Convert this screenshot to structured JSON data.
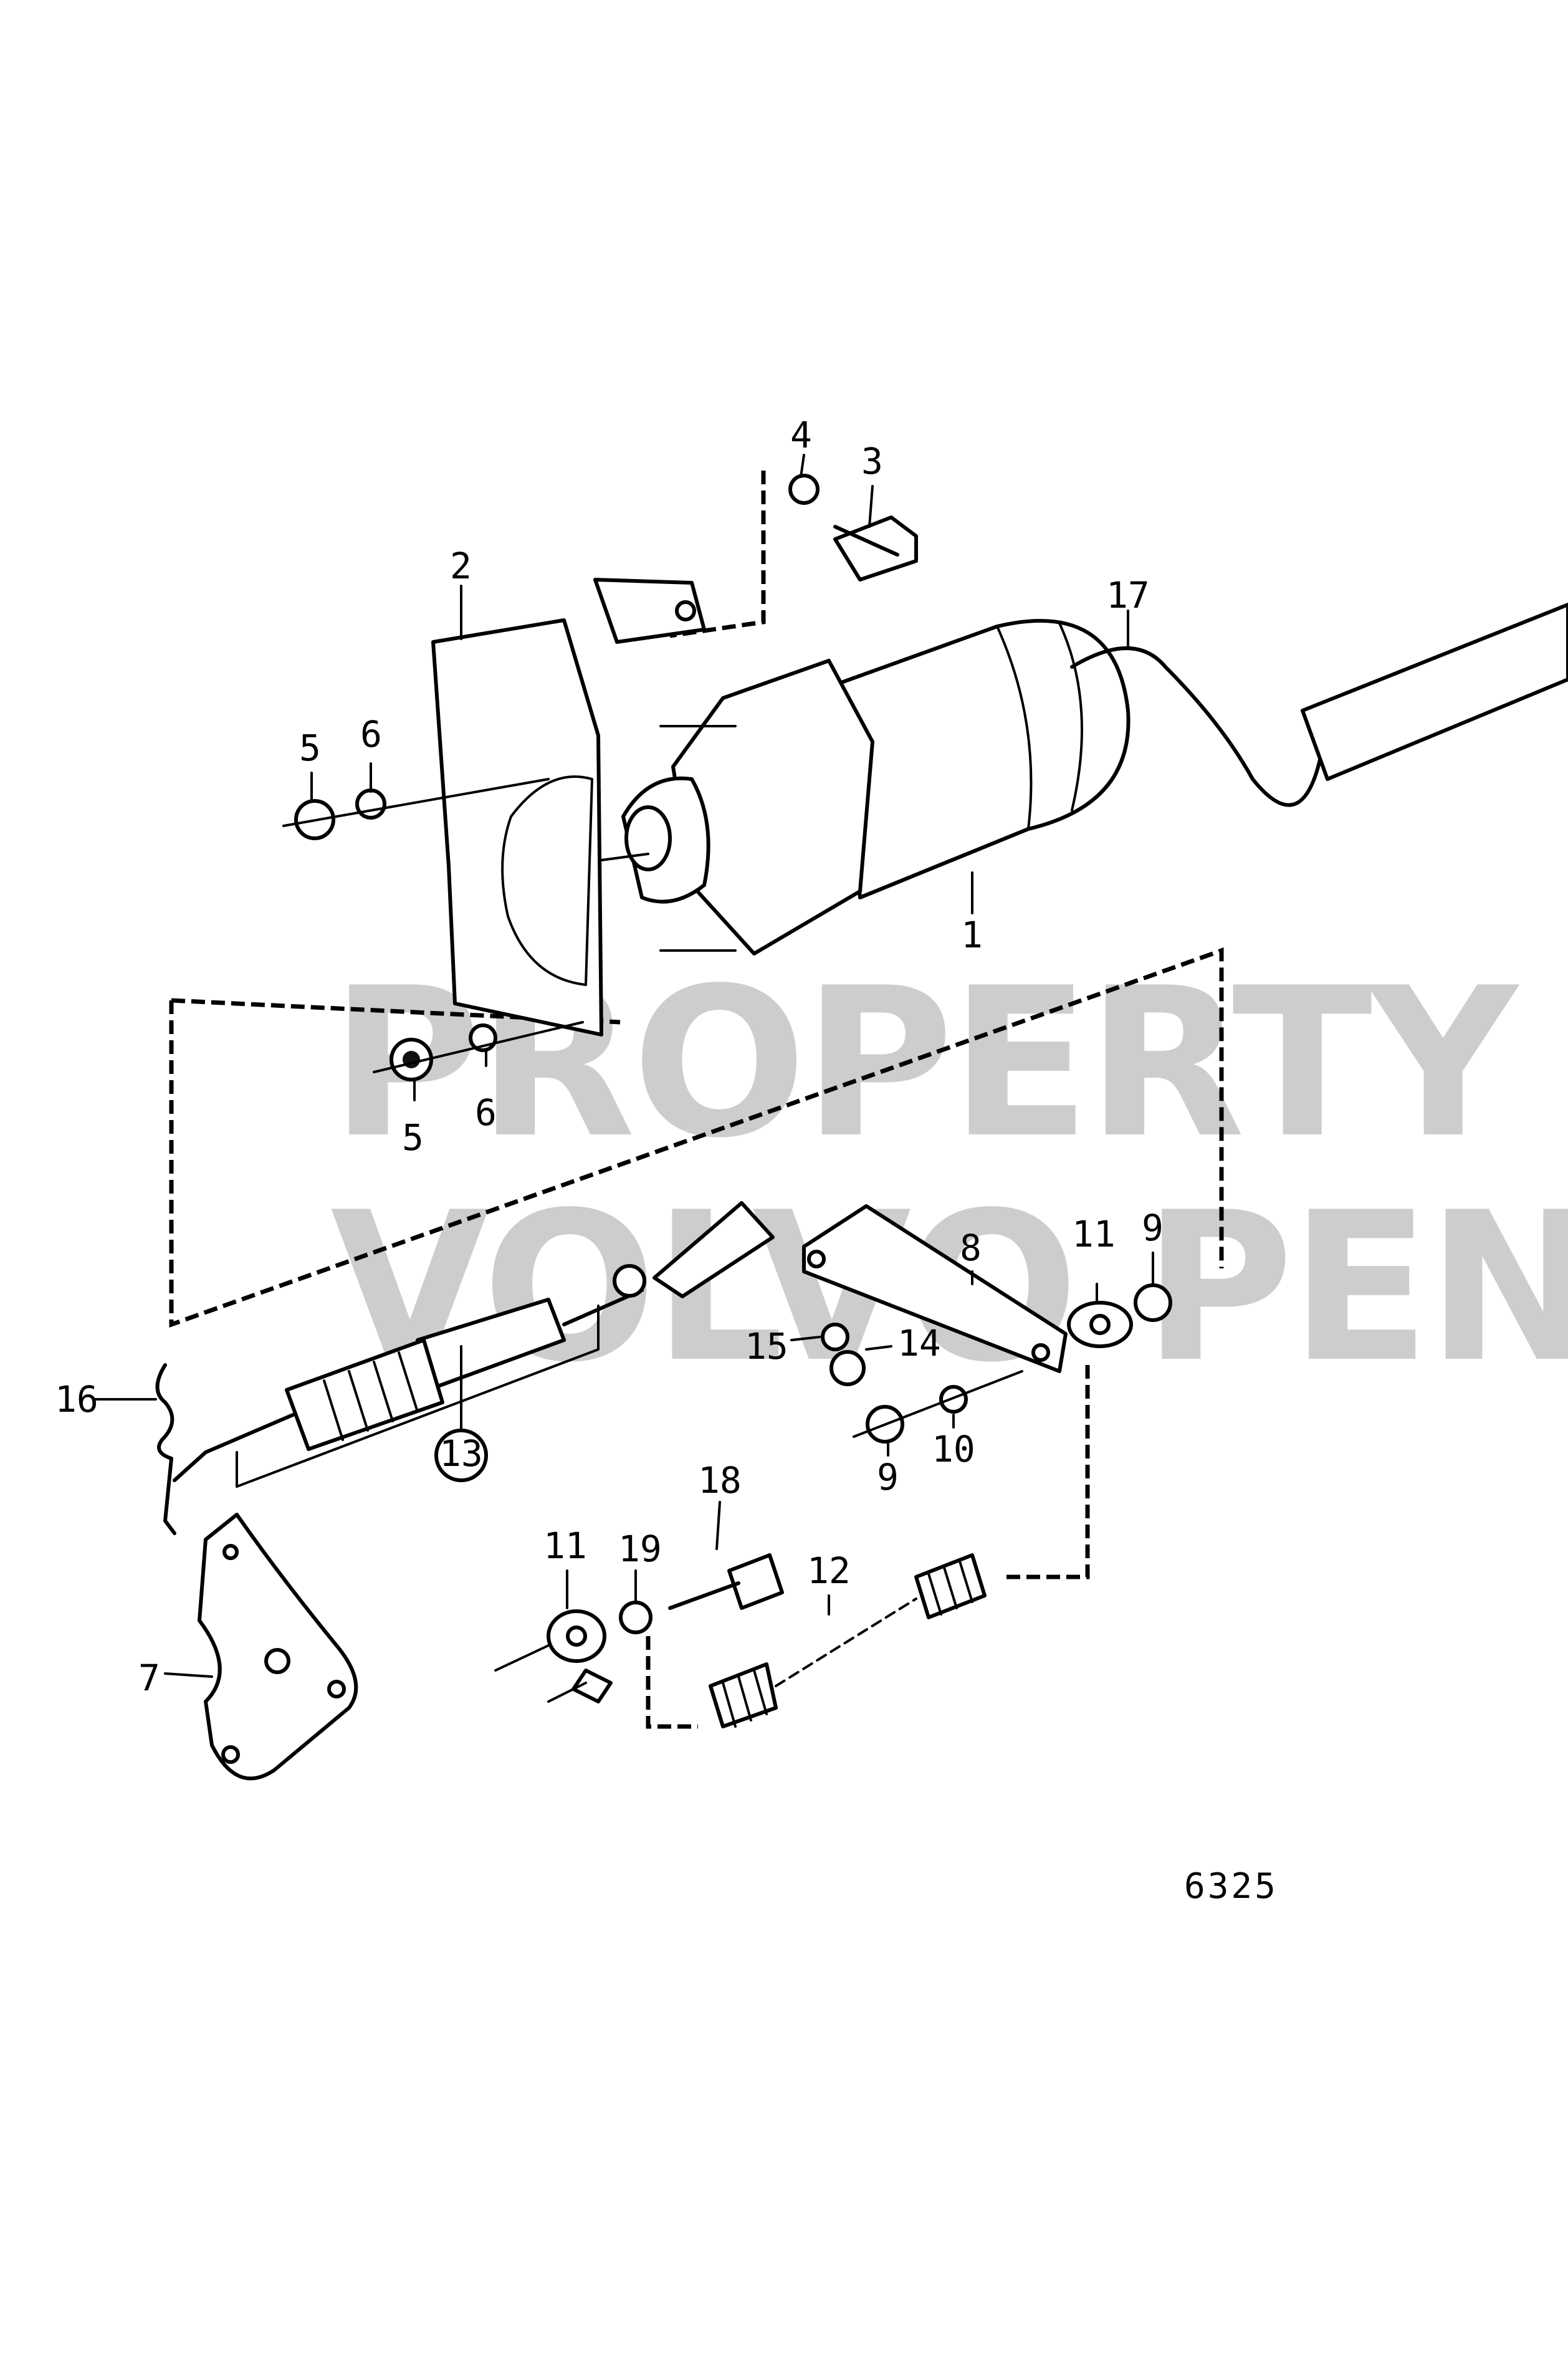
{
  "labels": {
    "l1": "1",
    "l2": "2",
    "l3": "3",
    "l4": "4",
    "l5a": "5",
    "l5b": "5",
    "l6a": "6",
    "l6b": "6",
    "l7": "7",
    "l8": "8",
    "l9a": "9",
    "l9b": "9",
    "l10": "10",
    "l11a": "11",
    "l11b": "11",
    "l12": "12",
    "l13": "13",
    "l14": "14",
    "l15": "15",
    "l16": "16",
    "l17": "17",
    "l18": "18",
    "l19": "19"
  },
  "drawing_number": "6325",
  "watermark": {
    "line1": "PROPERTY OF",
    "line2": "VOLVO PENTA"
  }
}
